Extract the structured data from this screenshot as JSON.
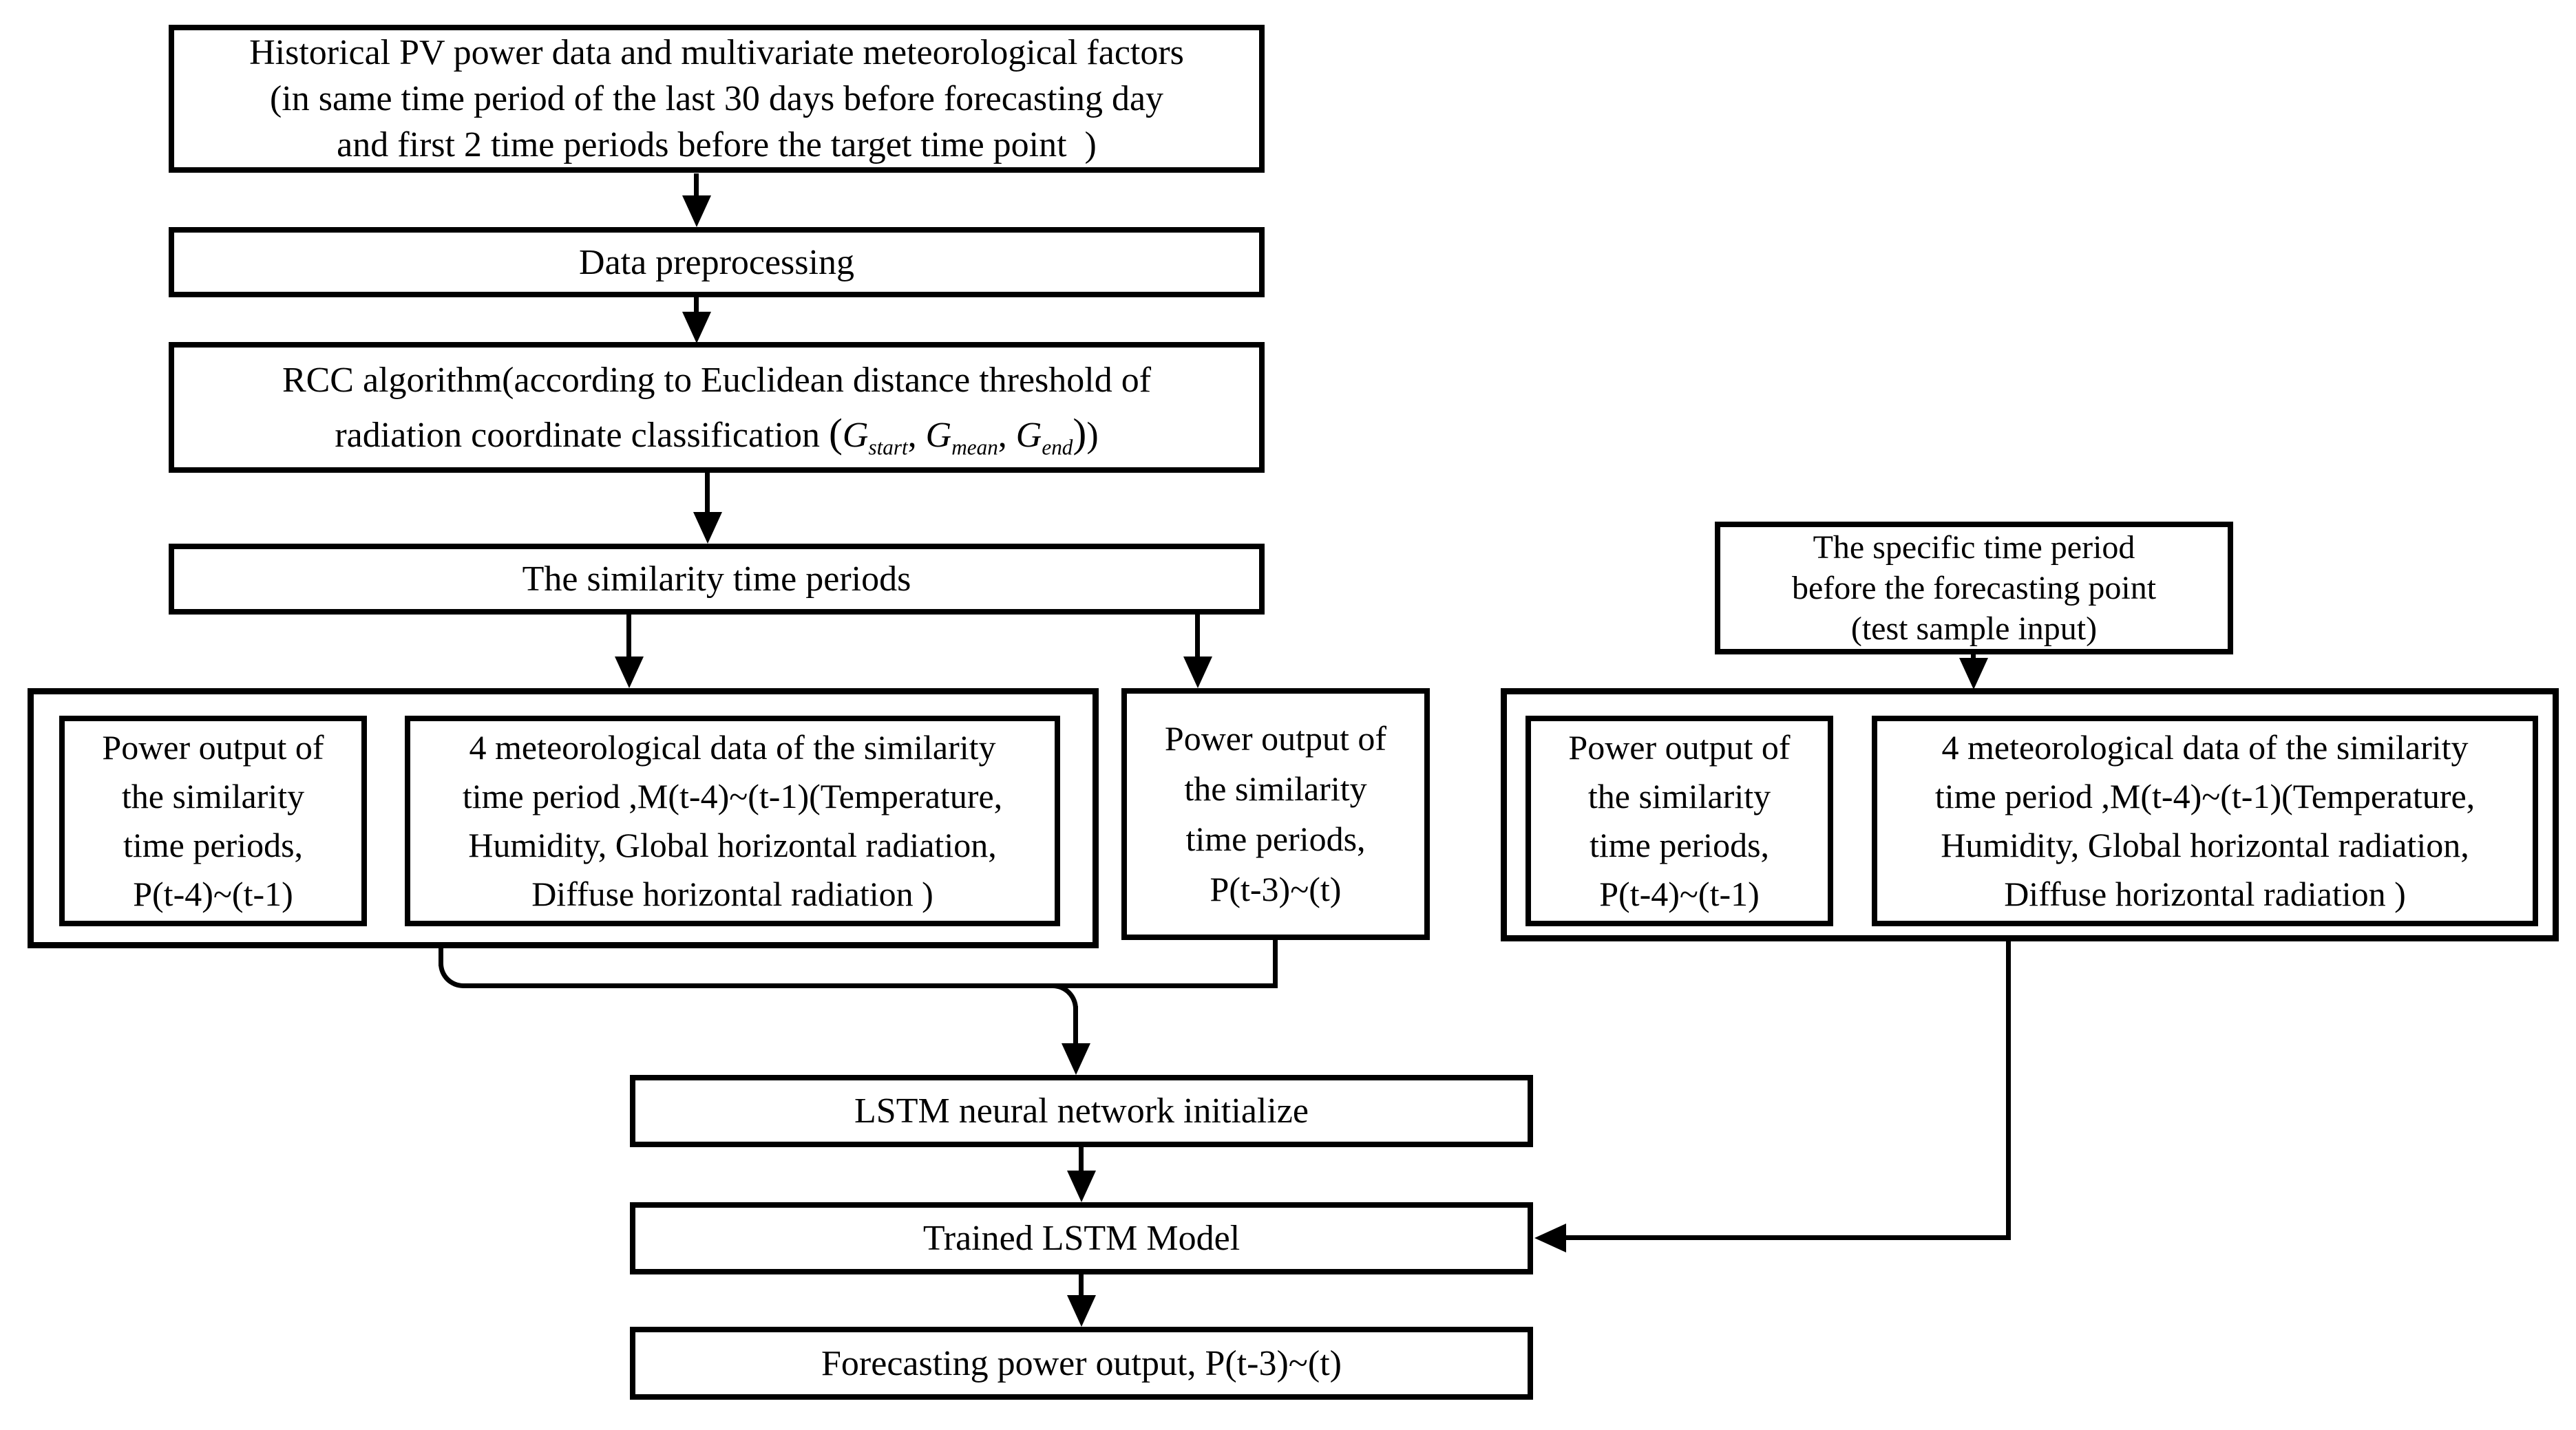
{
  "colors": {
    "background": "#ffffff",
    "line": "#000000",
    "text": "#000000"
  },
  "boxes": {
    "historical": {
      "lines": [
        "Historical PV power data and multivariate meteorological factors",
        "(in same time period of the last 30 days before forecasting day",
        "and first 2 time periods before the target time point  )"
      ]
    },
    "data_preprocessing": {
      "label": "Data preprocessing"
    },
    "rcc": {
      "line1": "RCC algorithm(according to Euclidean distance threshold of",
      "line2_segments": [
        {
          "text": "radiation coordinate classification "
        },
        {
          "text": "(",
          "big": true
        },
        {
          "text": "G",
          "italic": true
        },
        {
          "text": "start",
          "italic": true,
          "sub": true
        },
        {
          "text": ", "
        },
        {
          "text": "G",
          "italic": true
        },
        {
          "text": "mean",
          "italic": true,
          "sub": true
        },
        {
          "text": ", "
        },
        {
          "text": "G",
          "italic": true
        },
        {
          "text": "end",
          "italic": true,
          "sub": true
        },
        {
          "text": ")",
          "big": true
        },
        {
          "text": ")"
        }
      ]
    },
    "similarity": {
      "label": "The similarity time periods"
    },
    "left_group": {
      "power": {
        "lines": [
          "Power output of",
          "the similarity",
          "time periods,",
          "P(t-4)~(t-1)"
        ]
      },
      "meteo": {
        "lines": [
          "4 meteorological data of the similarity",
          "time period ,M(t-4)~(t-1)(Temperature,",
          "Humidity, Global horizontal radiation,",
          "Diffuse horizontal radiation )"
        ]
      }
    },
    "power_t3": {
      "lines": [
        "Power output of",
        "the similarity",
        "time periods,",
        "P(t-3)~(t)"
      ]
    },
    "specific": {
      "lines": [
        "The specific time period",
        "before the forecasting point",
        "(test sample input)"
      ]
    },
    "right_group": {
      "power": {
        "lines": [
          "Power output of",
          "the similarity",
          "time periods,",
          "P(t-4)~(t-1)"
        ]
      },
      "meteo": {
        "lines": [
          "4 meteorological data of the similarity",
          "time period ,M(t-4)~(t-1)(Temperature,",
          "Humidity, Global horizontal radiation,",
          "Diffuse horizontal radiation )"
        ]
      }
    },
    "lstm_init": {
      "label": "LSTM neural network initialize"
    },
    "trained": {
      "label": "Trained LSTM Model"
    },
    "forecast": {
      "label": "Forecasting power output, P(t-3)~(t)"
    }
  }
}
